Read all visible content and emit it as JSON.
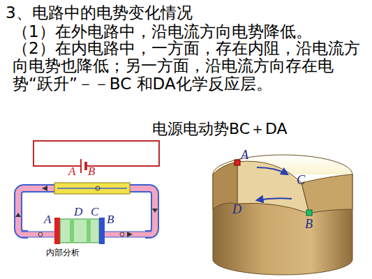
{
  "diagram": {
    "title": "3、电路中的电势变化情况",
    "labels": [
      "（1）在外电路中，沿电流方向电势降低。",
      "（2）在内电路中，一方面，存在内阻，沿电流方向电势也降低；另一方面，沿电流方向存在电势“跃升”－－BC 和DA化学反应层。",
      "电源电动势BC＋DA",
      "A",
      "B",
      "D",
      "C",
      "A",
      "B",
      "内部分析",
      "A",
      "C",
      "D",
      "B"
    ]
  }
}
